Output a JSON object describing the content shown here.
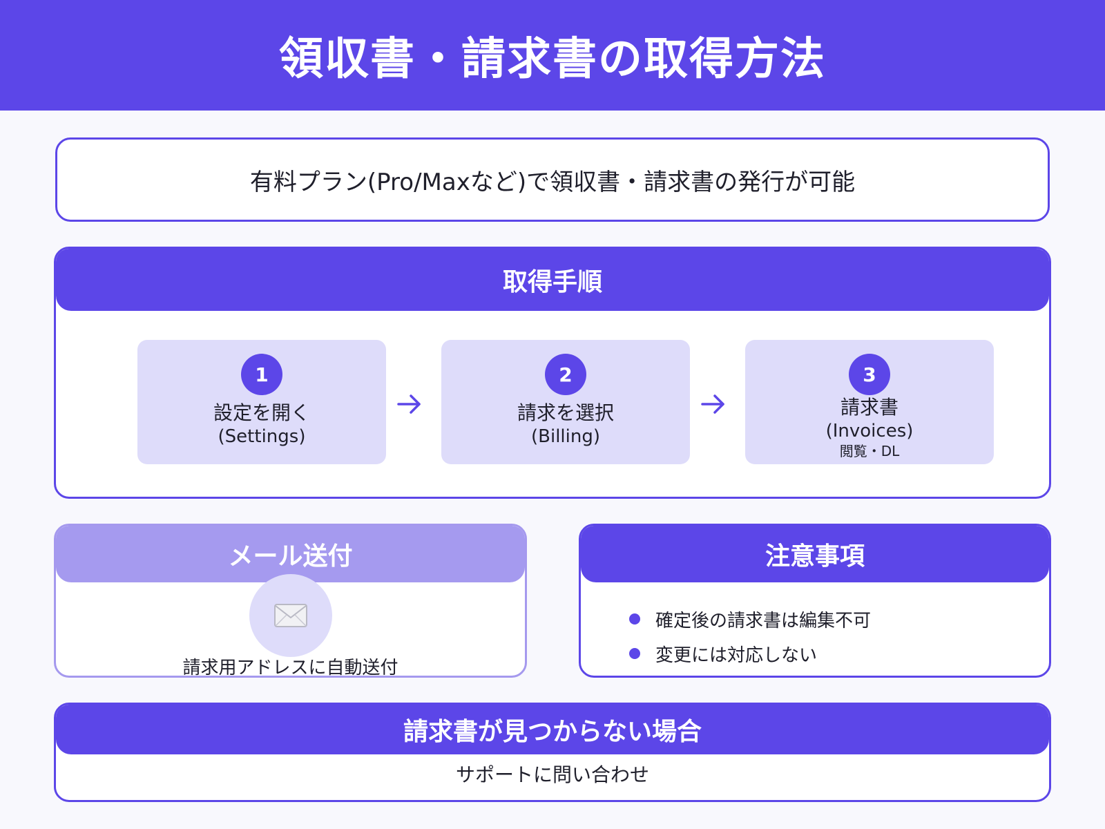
{
  "header": {
    "title": "領収書・請求書の取得方法"
  },
  "intro": {
    "text": "有料プラン(Pro/Maxなど)で領収書・請求書の発行が可能"
  },
  "steps": {
    "title": "取得手順",
    "items": [
      {
        "number": "1",
        "title": "設定を開く",
        "sub": "(Settings)",
        "note": ""
      },
      {
        "number": "2",
        "title": "請求を選択",
        "sub": "(Billing)",
        "note": ""
      },
      {
        "number": "3",
        "title": "請求書",
        "sub": "(Invoices)",
        "note": "閲覧・DL"
      }
    ],
    "arrow_icon": "arrow-right-icon"
  },
  "mail": {
    "title": "メール送付",
    "icon": "envelope-icon",
    "text": "請求用アドレスに自動送付"
  },
  "notes": {
    "title": "注意事項",
    "items": [
      "確定後の請求書は編集不可",
      "変更には対応しない"
    ]
  },
  "not_found": {
    "title": "請求書が見つからない場合",
    "text": "サポートに問い合わせ"
  },
  "colors": {
    "primary": "#5c46e8",
    "light_primary": "#a59aef",
    "step_bg": "#dedcfa"
  }
}
